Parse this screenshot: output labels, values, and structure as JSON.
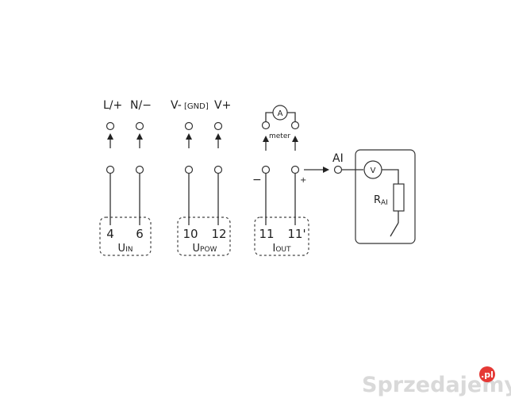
{
  "diagram": {
    "top_labels": {
      "l_plus": "L/+",
      "n_minus": "N/−",
      "v_minus": "V-",
      "gnd": "[GND]",
      "v_plus": "V+"
    },
    "ammeter": {
      "symbol": "A",
      "caption": "meter"
    },
    "polarity": {
      "minus": "−",
      "plus": "+"
    },
    "terminals": {
      "t4": "4",
      "t6": "6",
      "t10": "10",
      "t12": "12",
      "t11": "11",
      "t11p": "11'"
    },
    "groups": {
      "uin": {
        "main": "U",
        "sub": "IN"
      },
      "upow": {
        "main": "U",
        "sub": "POW"
      },
      "iout": {
        "main": "I",
        "sub": "OUT"
      }
    },
    "ai": {
      "label": "AI",
      "voltmeter": "V",
      "resistor": {
        "main": "R",
        "sub": "AI"
      }
    },
    "colors": {
      "line": "#333333",
      "watermark": "#d9d9d9",
      "watermark_dot": "#e53935"
    }
  },
  "watermark": {
    "text": "Sprzedajemy",
    "suffix": ".pl"
  }
}
